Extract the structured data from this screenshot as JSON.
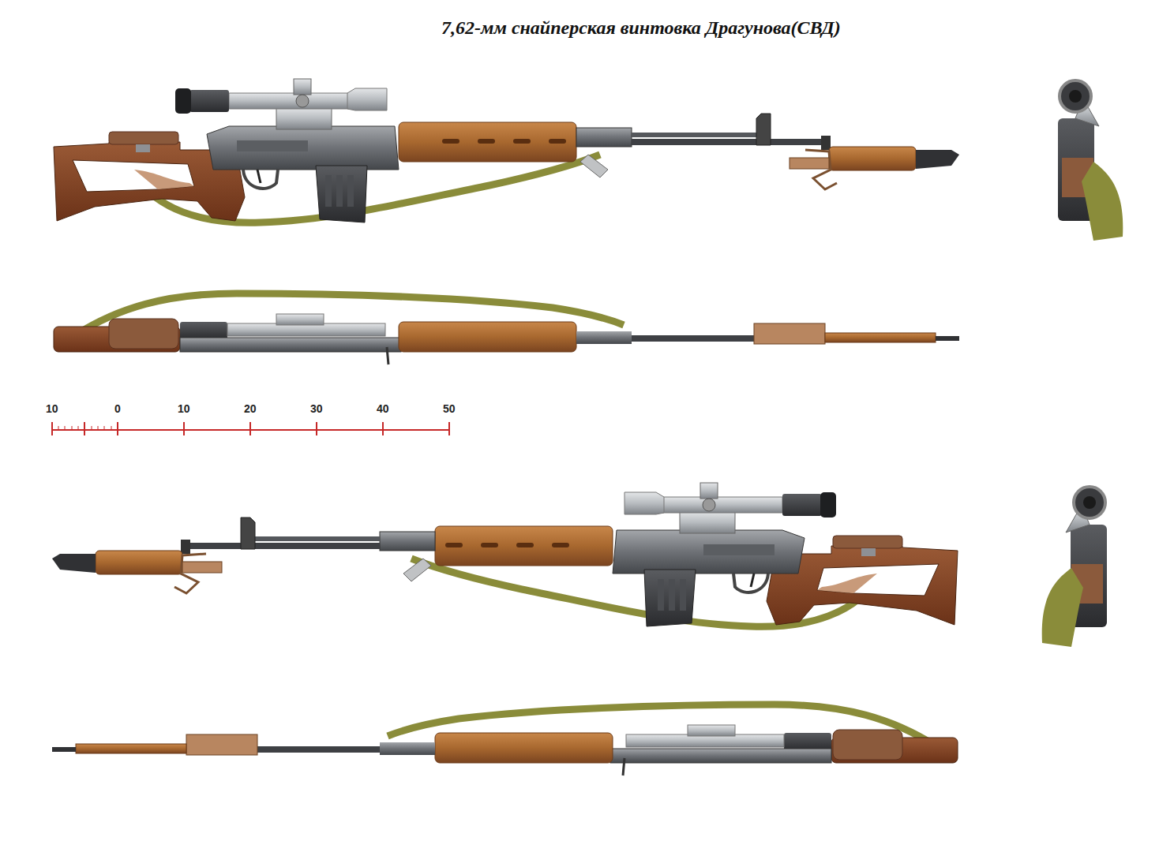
{
  "diagram": {
    "title": "7,62-мм снайперская винтовка Драгунова(СВД)",
    "labels": [
      "10",
      "0",
      "10",
      "20",
      "30",
      "40",
      "50"
    ]
  }
}
